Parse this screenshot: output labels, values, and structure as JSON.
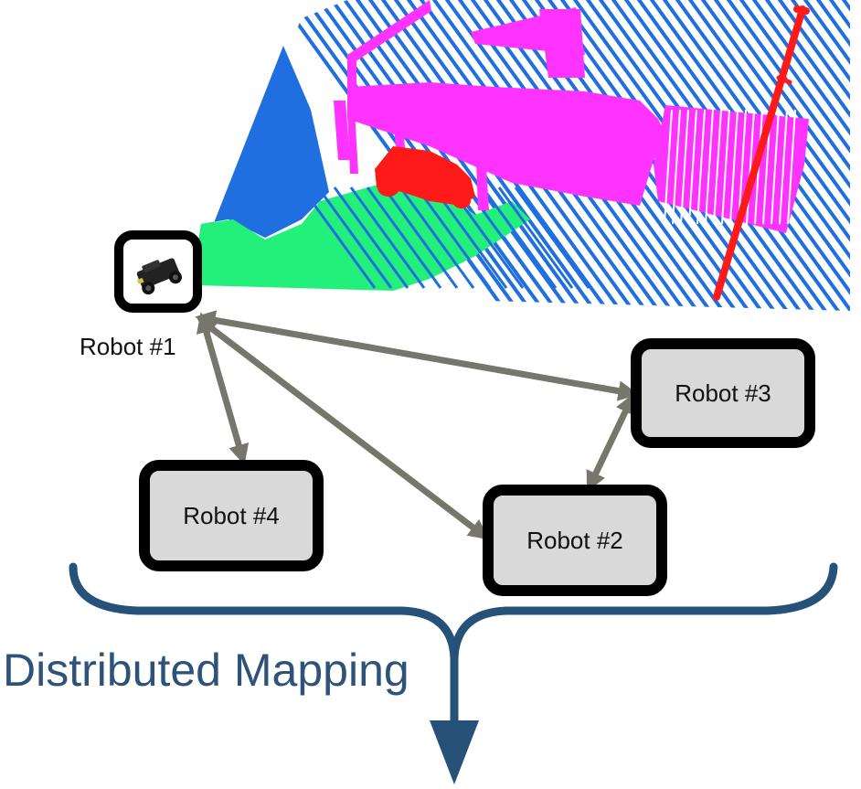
{
  "robots": {
    "r1": "Robot #1",
    "r2": "Robot #2",
    "r3": "Robot #3",
    "r4": "Robot #4"
  },
  "mapping_label": "Distributed Mapping",
  "colors": {
    "scan_blue": "#1f6fe0",
    "floor_green": "#22f07a",
    "structure_magenta": "#ff33ff",
    "object_red": "#ff1a1a",
    "arrow_gray": "#76766a",
    "brace_blue": "#26527a",
    "box_fill": "#d9d9d9"
  },
  "icons": {
    "robot": "rover-icon"
  }
}
